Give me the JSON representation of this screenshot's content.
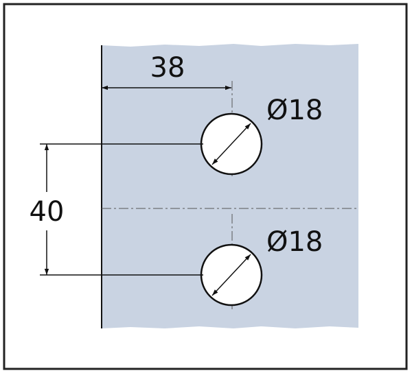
{
  "dimensions": {
    "horizontal_offset": "38",
    "vertical_spacing": "40",
    "upper_hole_diameter": "Ø18",
    "lower_hole_diameter": "Ø18"
  },
  "colors": {
    "panel_fill": "#c9d3e2",
    "line": "#111111",
    "hole_fill": "#ffffff",
    "frame": "#222222"
  }
}
